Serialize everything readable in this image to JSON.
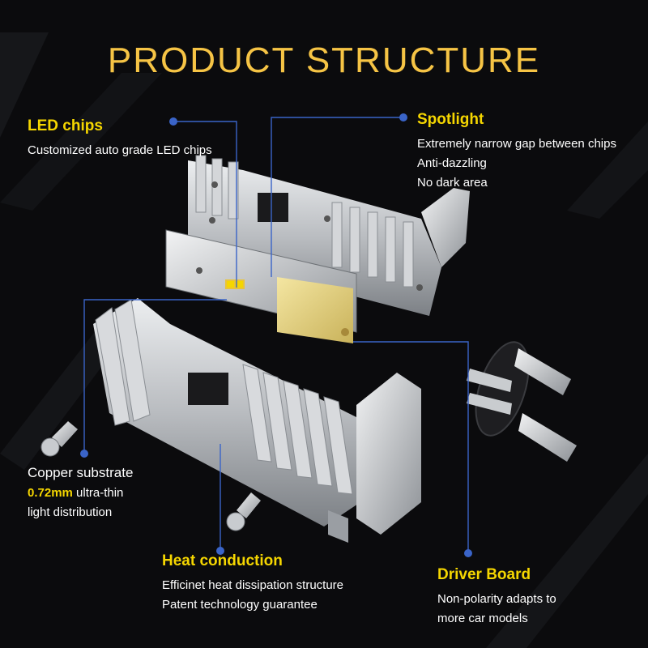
{
  "title": "PRODUCT STRUCTURE",
  "colors": {
    "title": "#f6c445",
    "heading": "#f5d600",
    "leader": "#3a64c8",
    "text": "#ffffff",
    "background": "#0b0b0d"
  },
  "callouts": {
    "led_chips": {
      "title": "LED chips",
      "lines": [
        "Customized auto grade LED chips"
      ]
    },
    "spotlight": {
      "title": "Spotlight",
      "lines": [
        "Extremely narrow gap between chips",
        "Anti-dazzling",
        "No dark area"
      ]
    },
    "copper": {
      "title": "Copper substrate",
      "highlight": "0.72mm",
      "line1_rest": " ultra-thin",
      "line2": "light distribution"
    },
    "heat": {
      "title": "Heat conduction",
      "lines": [
        "Efficinet heat dissipation structure",
        "Patent technology guarantee"
      ]
    },
    "driver": {
      "title": "Driver Board",
      "lines": [
        "Non-polarity adapts to",
        "more car models"
      ]
    }
  }
}
